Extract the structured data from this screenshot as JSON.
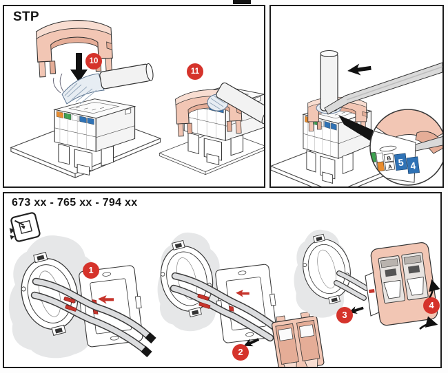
{
  "colors": {
    "badge_red": "#d5332b",
    "clip_red": "#c6342b",
    "part_salmon": "#f2c6b4",
    "part_salmon_dark": "#e5ad97",
    "part_salmon_light": "#f8ddd1",
    "wall_gray": "#e6e7e8",
    "cable_gray": "#dcdddf",
    "braid_blue": "#8fa3b8",
    "label_blue": "#2f72b5",
    "label_green": "#3da24f",
    "label_orange": "#ea8c2d",
    "line_dark": "#3a3a3a"
  },
  "stp_panel": {
    "title": "STP",
    "steps": {
      "fit_cap": "10",
      "cap_fitted": "11"
    }
  },
  "unlock_panel": {
    "inset": {
      "wire_row_b": "B",
      "wire_row_a": "A",
      "pair_5": "5",
      "pair_4": "4"
    }
  },
  "mount_panel": {
    "title": "673 xx - 765 xx - 794 xx",
    "steps": {
      "insert_support": "1",
      "clip_module": "2",
      "fit_plate": "3",
      "lock_plate": "4"
    }
  }
}
